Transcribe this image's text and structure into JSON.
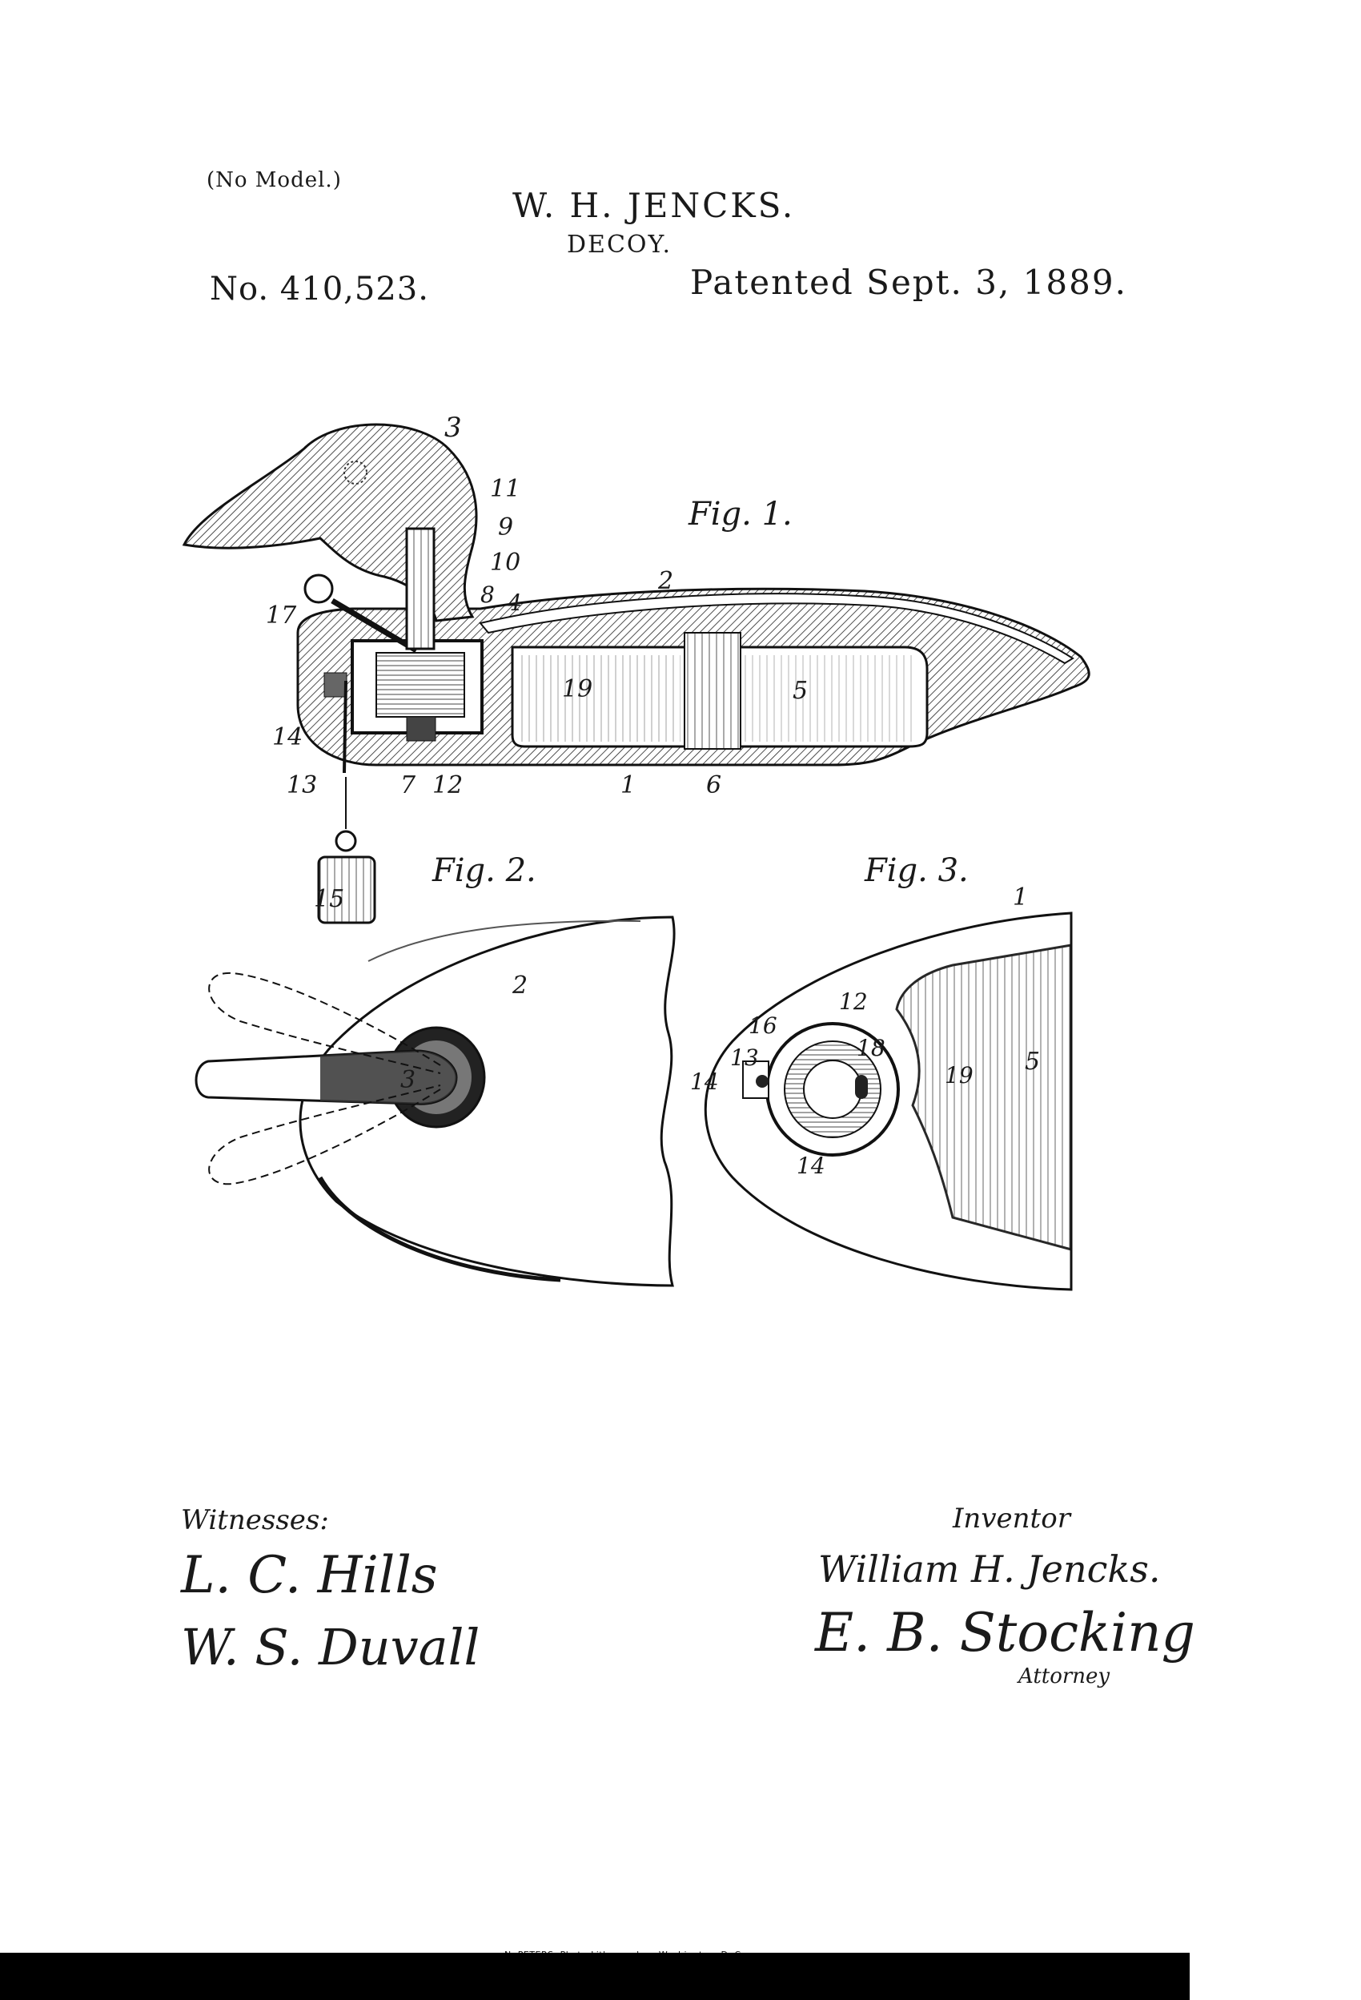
{
  "header": {
    "model": "(No Model.)",
    "inventor": "W. H. JENCKS.",
    "title": "DECOY.",
    "patent_number": "No. 410,523.",
    "patent_date": "Patented Sept. 3, 1889."
  },
  "figures": {
    "fig1_label": "Fig. 1.",
    "fig2_label": "Fig. 2.",
    "fig3_label": "Fig. 3.",
    "fig1_refs": [
      "3",
      "11",
      "9",
      "10",
      "8",
      "4",
      "2",
      "17",
      "14",
      "13",
      "7",
      "12",
      "19",
      "1",
      "6",
      "5",
      "15"
    ],
    "fig2_refs": [
      "2",
      "3"
    ],
    "fig3_refs": [
      "1",
      "12",
      "16",
      "18",
      "13",
      "14",
      "19",
      "5",
      "14"
    ]
  },
  "signatures": {
    "witnesses_label": "Witnesses:",
    "witness_1": "L. C. Hills",
    "witness_2": "W. S. Duvall",
    "inventor_label": "Inventor",
    "inventor_signature": "William H. Jencks.",
    "attorney_signature": "E. B. Stocking",
    "attorney_label": "Attorney"
  },
  "footer": {
    "printer": "N. PETERS. Photo-Lithographer, Washington, D. C."
  }
}
